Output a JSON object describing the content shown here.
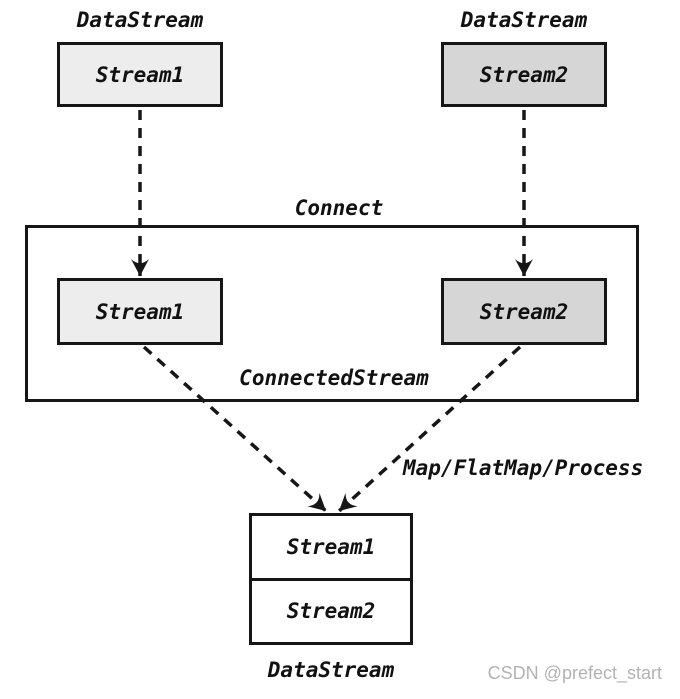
{
  "colors": {
    "background": "#ffffff",
    "stroke": "#161616",
    "light_fill": "#ededed",
    "dark_fill": "#d6d6d6",
    "text": "#111111",
    "watermark": "#b3b3b3"
  },
  "sources": {
    "left": {
      "type_label": "DataStream",
      "name": "Stream1"
    },
    "right": {
      "type_label": "DataStream",
      "name": "Stream2"
    }
  },
  "connect": {
    "operation_label": "Connect",
    "left_stream": "Stream1",
    "right_stream": "Stream2",
    "result_label": "ConnectedStream"
  },
  "transform": {
    "operator_label": "Map/FlatMap/Process"
  },
  "output": {
    "rows": [
      "Stream1",
      "Stream2"
    ],
    "type_label": "DataStream"
  },
  "watermark": {
    "text": "CSDN @prefect_start"
  }
}
